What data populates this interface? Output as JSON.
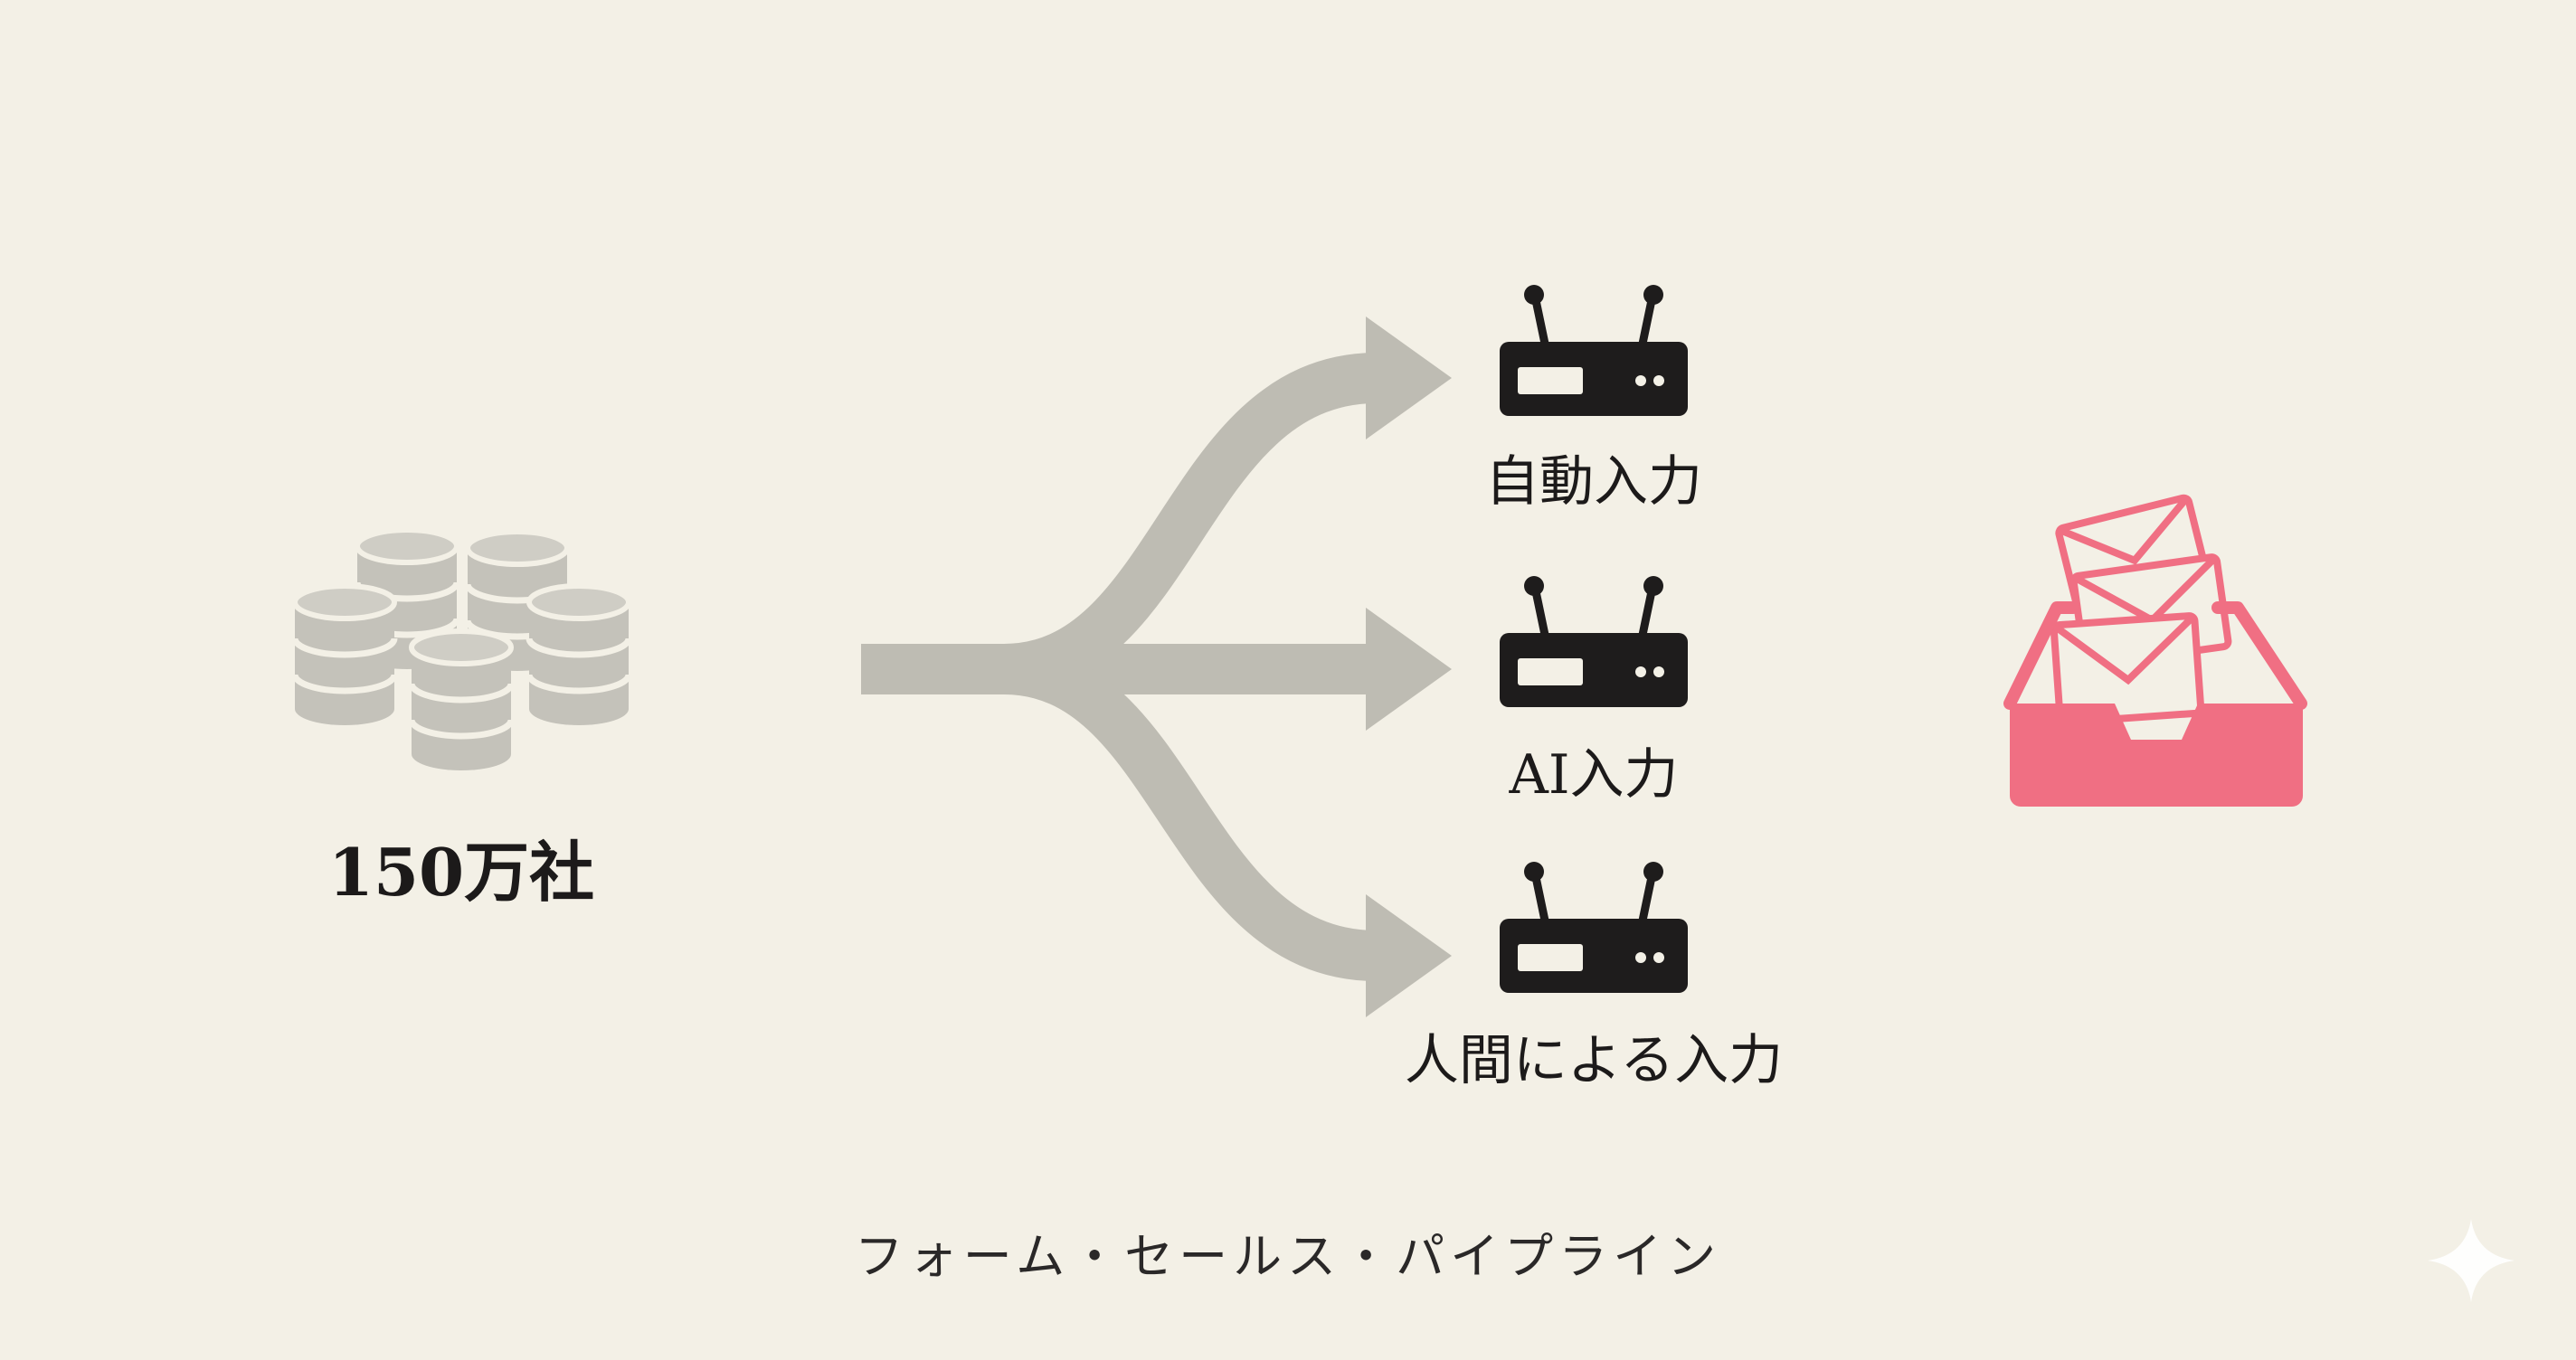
{
  "source": {
    "label": "150万社",
    "icon": "database-stack-icon"
  },
  "branches": [
    {
      "label": "自動入力",
      "icon": "router-icon"
    },
    {
      "label": "AI入力",
      "icon": "router-icon"
    },
    {
      "label": "人間による入力",
      "icon": "router-icon"
    }
  ],
  "destination": {
    "icon": "inbox-mail-icon"
  },
  "caption": "フォーム・セールス・パイプライン",
  "colors": {
    "background": "#f3f0e6",
    "arrow": "#bebcb3",
    "database": "#c4c2ba",
    "router": "#1e1c1c",
    "inbox": "#f06f83",
    "text": "#1c1a1a"
  }
}
